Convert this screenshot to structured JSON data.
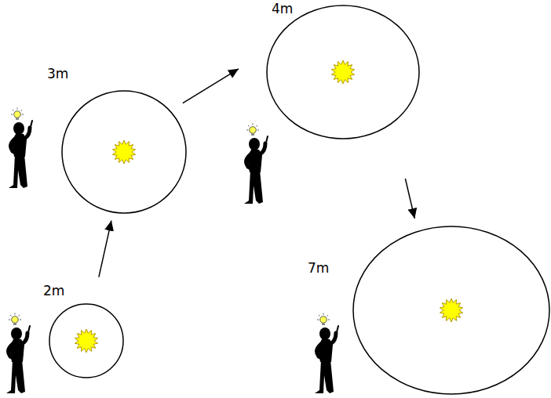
{
  "diagram": {
    "nodes": [
      {
        "text": [
          "2m"
        ]
      },
      {
        "text": [
          "3m"
        ]
      },
      {
        "text": [
          "4m"
        ]
      },
      {
        "text": [
          "7m"
        ]
      }
    ],
    "edges": [
      {
        "from": 0,
        "to": 1,
        "arrow": "to"
      },
      {
        "from": 1,
        "to": 2,
        "arrow": "to"
      },
      {
        "from": 2,
        "to": 3,
        "arrow": "to"
      }
    ]
  }
}
